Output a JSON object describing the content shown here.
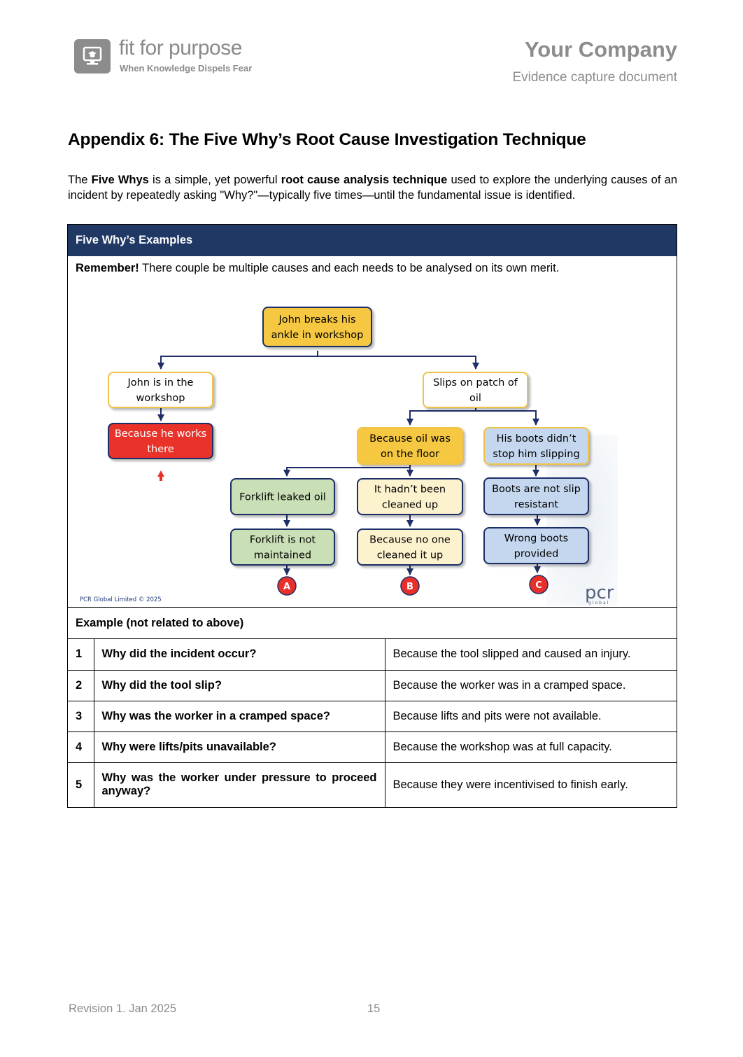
{
  "header": {
    "logo_icon": "monitor-graduation-cap-icon",
    "brand_name": "fit for purpose",
    "brand_tagline": "When Knowledge Dispels Fear",
    "company": "Your Company",
    "document_type": "Evidence capture document"
  },
  "title": "Appendix 6: The Five Why’s Root Cause Investigation Technique",
  "intro": {
    "p1": "The ",
    "b1": "Five Whys",
    "p2": " is a simple, yet powerful ",
    "b2": "root cause analysis technique",
    "p3": " used to explore the underlying causes of an incident by repeatedly asking \"Why?\"—typically five times—until the fundamental issue is identified."
  },
  "box": {
    "heading": "Five Why’s Examples",
    "remember_bold": "Remember!",
    "remember_text": " There couple be multiple causes and each needs to be analysed on its own merit."
  },
  "diagram": {
    "root": [
      "John breaks his",
      "ankle in workshop"
    ],
    "branch_left": [
      "John is in the",
      "workshop"
    ],
    "left_why": [
      "Because he works",
      "there"
    ],
    "branch_right": [
      "Slips on patch of",
      "oil"
    ],
    "oil_floor": [
      "Because oil was",
      "on the floor"
    ],
    "boots": [
      "His boots didn’t",
      "stop him slipping"
    ],
    "forklift_leak": [
      "Forklift leaked oil"
    ],
    "not_cleaned": [
      "It hadn’t been",
      "cleaned up"
    ],
    "not_resistant": [
      "Boots are not slip",
      "resistant"
    ],
    "forklift_maint": [
      "Forklift is not",
      "maintained"
    ],
    "no_one": [
      "Because no one",
      "cleaned it up"
    ],
    "wrong_boots": [
      "Wrong boots",
      "provided"
    ],
    "markers": [
      "A",
      "B",
      "C"
    ],
    "copyright": "PCR Global Limited © 2025",
    "pcr_logo": "pcr",
    "pcr_sub": "global",
    "colors": {
      "yellow": "#f6c843",
      "white": "#ffffff",
      "red": "#e8302a",
      "blue": "#c5d7ee",
      "green": "#c9dfb6",
      "cream": "#fdf2ce",
      "connector": "#1f2e66"
    }
  },
  "example": {
    "heading": "Example (not related to above)",
    "rows": [
      {
        "n": "1",
        "q": "Why did the incident occur?",
        "a": "Because the tool slipped and caused an injury."
      },
      {
        "n": "2",
        "q": "Why did the tool slip?",
        "a": "Because the worker was in a cramped space."
      },
      {
        "n": "3",
        "q": "Why was the worker in a cramped space?",
        "a": "Because lifts and pits were not available."
      },
      {
        "n": "4",
        "q": "Why were lifts/pits unavailable?",
        "a": "Because the workshop was at full capacity."
      },
      {
        "n": "5",
        "q": "Why was the worker under pressure to proceed anyway?",
        "a": "Because they were incentivised to finish early."
      }
    ]
  },
  "footer": {
    "revision": "Revision 1. Jan 2025",
    "page": "15"
  }
}
